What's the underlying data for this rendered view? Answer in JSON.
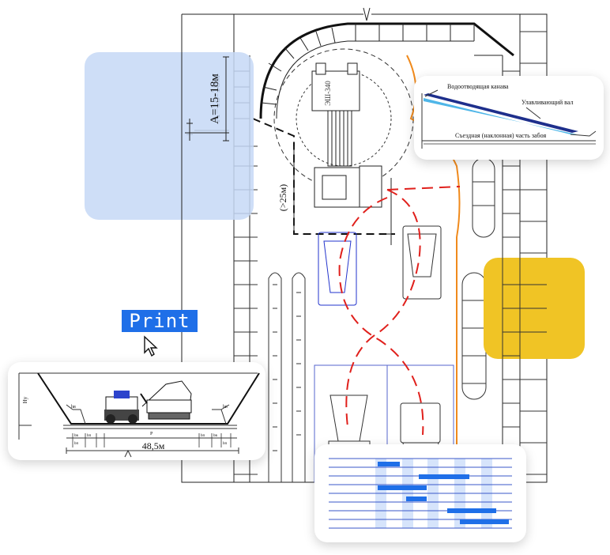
{
  "plan": {
    "width_label": "A=15-18м",
    "distance_label": "(>25м)",
    "machine_label": "ЭШ-340"
  },
  "print_button": {
    "label": "Print"
  },
  "cross_section_card": {
    "width_label": "48,5м",
    "side_label": "Hу",
    "small_labels": [
      "hв",
      "hв",
      "bв",
      "bв",
      "bп",
      "bп",
      "P",
      "bп",
      "bп"
    ]
  },
  "slope_card": {
    "labels": [
      "Водоотводящая канава",
      "Улавливающий вал",
      "Съездная (наклонная) часть забоя"
    ]
  },
  "colors": {
    "blue_panel": "#c6d8f6",
    "yellow_panel": "#f0c425",
    "route_red": "#e0201c",
    "drain_orange": "#f08a1c",
    "truck_blue": "#2233cc",
    "gantt_bar": "#1f6fe8",
    "gantt_col": "#d6e4fb"
  },
  "icons": {
    "cursor": "cursor-arrow-icon"
  }
}
